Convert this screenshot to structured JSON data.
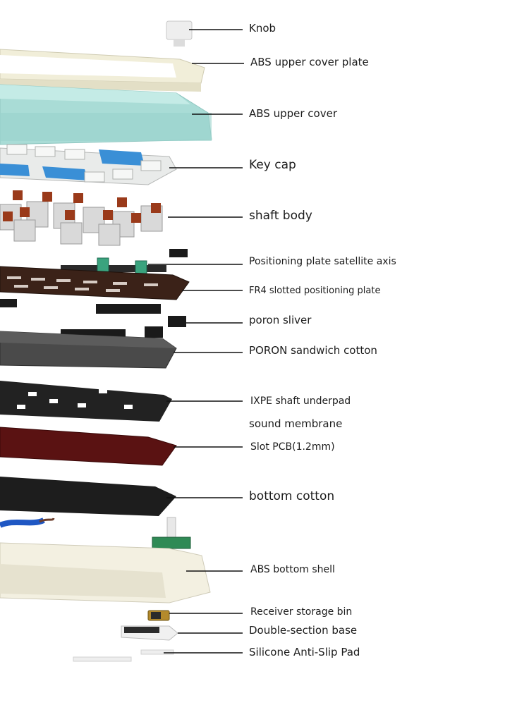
{
  "labels": {
    "knob": "Knob",
    "abs_upper_cover_plate": "ABS upper cover plate",
    "abs_upper_cover": "ABS upper cover",
    "key_cap": "Key cap",
    "shaft_body": "shaft body",
    "positioning_plate_satellite_axis": "Positioning plate satellite axis",
    "fr4_plate": "FR4 slotted positioning plate",
    "poron_sliver": "poron sliver",
    "poron_sandwich_cotton": "PORON sandwich cotton",
    "ixpe_shaft_underpad": "IXPE shaft underpad",
    "sound_membrane": "sound membrane",
    "slot_pcb": "Slot PCB(1.2mm)",
    "bottom_cotton": "bottom cotton",
    "abs_bottom_shell": "ABS bottom shell",
    "receiver_storage_bin": "Receiver storage bin",
    "double_section_base": "Double-section base",
    "silicone_anti_slip_pad": "Silicone Anti-Slip Pad"
  },
  "colors": {
    "cover_plate": "#f1eed9",
    "upper_cover": "#a9dcd6",
    "keycap_white": "#e9ebea",
    "keycap_blue": "#3a8fd6",
    "switch_brown": "#9a3a1a",
    "switch_housing": "#d9d9d9",
    "stabilizer_green": "#3aa37e",
    "fr4_plate": "#3b2218",
    "poron_black": "#1a1a1a",
    "sandwich_gray": "#4a4a4a",
    "ixpe": "#222222",
    "pcb": "#5a1212",
    "bottom_cotton": "#1d1d1d",
    "bottom_shell": "#f3f0e1",
    "cable": "#1f57c3"
  }
}
